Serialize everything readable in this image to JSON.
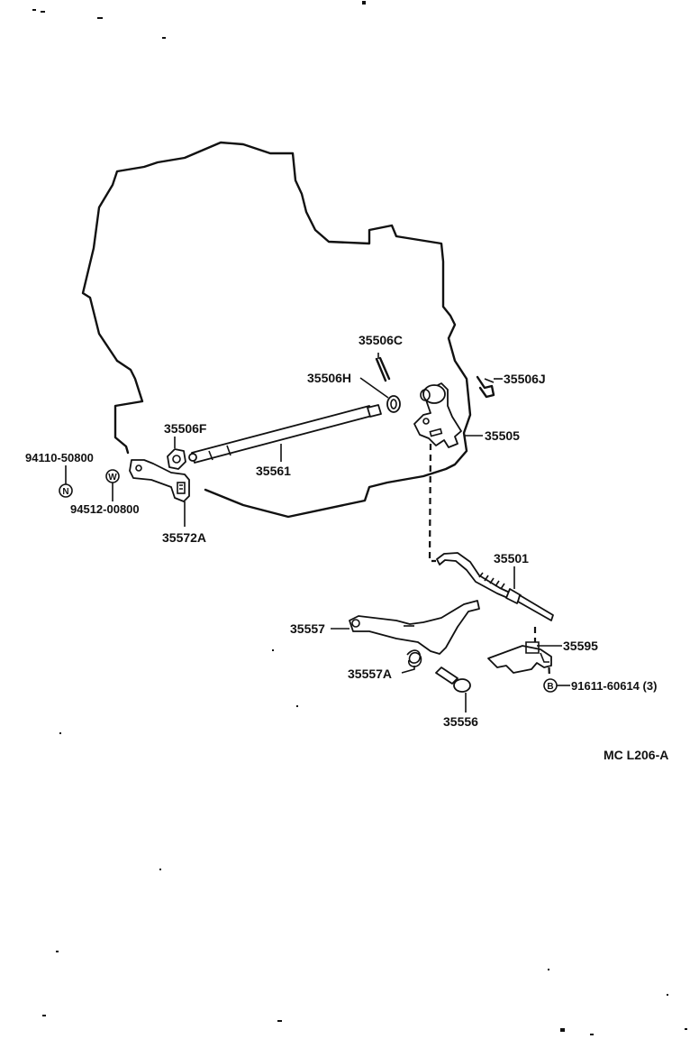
{
  "diagram": {
    "parts": {
      "p35506C": "35506C",
      "p35506H": "35506H",
      "p35506J": "35506J",
      "p35505": "35505",
      "p35506F": "35506F",
      "p35561": "35561",
      "p94110": "94110-50800",
      "p94512": "94512-00800",
      "p35572A": "35572A",
      "p35501": "35501",
      "p35557": "35557",
      "p35595": "35595",
      "p35557A": "35557A",
      "p91611": "91611-60614 (3)",
      "p35556": "35556"
    },
    "symbols": {
      "nut": "N",
      "washer": "W",
      "bolt": "B"
    },
    "reference_code": "MC  L206-A"
  }
}
